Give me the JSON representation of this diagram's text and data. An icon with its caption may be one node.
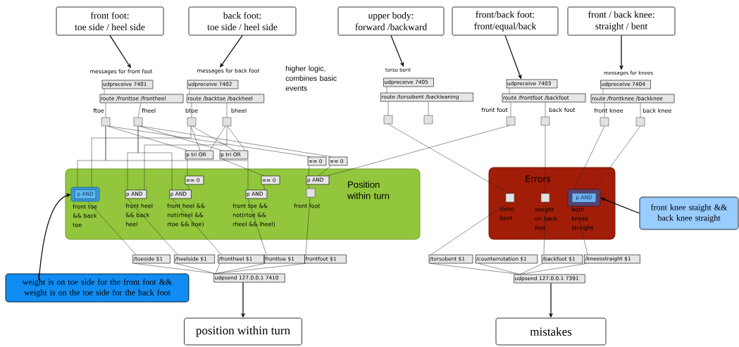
{
  "diagram": {
    "nodes": [
      {
        "text": [
          "front foot:",
          "toe side / heel side"
        ]
      },
      {
        "text": [
          "back foot:",
          "toe side / heel side"
        ]
      },
      {
        "text": [
          "upper body:",
          "forward /backward"
        ]
      },
      {
        "text": [
          "front/back foot:",
          "front/equal/back"
        ]
      },
      {
        "text": [
          "front / back knee:",
          "straight / bent"
        ]
      },
      {
        "text": [
          "messages for front foot"
        ]
      },
      {
        "text": [
          "messages for back foot"
        ]
      },
      {
        "text": [
          "torso bent"
        ]
      },
      {
        "text": [
          "messages for knees"
        ]
      },
      {
        "text": [
          "udpreceive 7401"
        ]
      },
      {
        "text": [
          "route /fronttoe /frontheel"
        ]
      },
      {
        "text": [
          "udpreceive 7402"
        ]
      },
      {
        "text": [
          "route /backtoe /backheel"
        ]
      },
      {
        "text": [
          "udpreceive 7405"
        ]
      },
      {
        "text": [
          "route /torsobent /backleaning"
        ]
      },
      {
        "text": [
          "udpreceive 7403"
        ]
      },
      {
        "text": [
          "route /frontfoot /backfoot"
        ]
      },
      {
        "text": [
          "udpreceive 7404"
        ]
      },
      {
        "text": [
          "route /frontknee /backknee"
        ]
      },
      {
        "text": [],
        "shape": "box",
        "beside": [
          "ftoe"
        ]
      },
      {
        "text": [],
        "shape": "box",
        "beside": [
          "fheel"
        ]
      },
      {
        "text": [],
        "shape": "box",
        "beside": [
          "btoe"
        ]
      },
      {
        "text": [],
        "shape": "box",
        "beside": [
          "bheel"
        ]
      },
      {
        "text": [],
        "shape": "box"
      },
      {
        "text": [],
        "shape": "box"
      },
      {
        "text": [],
        "shape": "box",
        "beside": [
          "front foot"
        ]
      },
      {
        "text": [],
        "shape": "box",
        "beside": [
          "back foot"
        ]
      },
      {
        "text": [],
        "shape": "box",
        "beside": [
          "front knee"
        ]
      },
      {
        "text": [],
        "shape": "box",
        "beside": [
          "back knee"
        ]
      },
      {
        "text": [
          "p tri OR"
        ]
      },
      {
        "text": [
          "p tri OR"
        ]
      },
      {
        "text": [
          "== 0"
        ]
      },
      {
        "text": [
          "== 0"
        ]
      },
      {
        "text": [
          "Position within turn"
        ]
      },
      {
        "text": [
          "== 0"
        ],
        "in": 33
      },
      {
        "text": [
          "== 0"
        ],
        "in": 33
      },
      {
        "text": [
          "p AND"
        ],
        "in": 33,
        "beside": [
          "front toe && back toe"
        ]
      },
      {
        "text": [
          "p AND"
        ],
        "in": 33,
        "beside": [
          "front heel && back heel"
        ]
      },
      {
        "text": [
          "p AND"
        ],
        "in": 33,
        "beside": [
          "front heel && not(rheel && rtoe && ltoe)"
        ]
      },
      {
        "text": [
          "p AND"
        ],
        "in": 33,
        "beside": [
          "front toe && not(rtoe && rheel && lheel)"
        ]
      },
      {
        "text": [
          "p AND"
        ],
        "in": 33
      },
      {
        "text": [],
        "shape": "box",
        "in": 33,
        "beside": [
          "front foot"
        ]
      },
      {
        "text": [
          "Errors"
        ]
      },
      {
        "text": [],
        "shape": "box",
        "in": 42,
        "beside": [
          "torso bent"
        ]
      },
      {
        "text": [],
        "shape": "box",
        "in": 42,
        "beside": [
          "weight on back foot"
        ]
      },
      {
        "text": [
          "p AND"
        ],
        "in": 42,
        "beside": [
          "both knees straight"
        ]
      },
      {
        "text": [
          "front knee staight && back knee straight"
        ]
      },
      {
        "text": [
          "weight is on toe side for the front foot && weight is on the toe side for the back foot"
        ]
      },
      {
        "text": [
          "/toeside $1"
        ]
      },
      {
        "text": [
          "/heelside $1"
        ]
      },
      {
        "text": [
          "/frontheel $1"
        ]
      },
      {
        "text": [
          "fronttoe $1"
        ]
      },
      {
        "text": [
          "frontfoot $1"
        ]
      },
      {
        "text": [
          "udpsend 127.0.0.1 7410"
        ]
      },
      {
        "text": [
          "position within turn"
        ]
      },
      {
        "text": [
          "/torsobent $1"
        ]
      },
      {
        "text": [
          "/counterrotation $1"
        ]
      },
      {
        "text": [
          "/backfoot $1"
        ]
      },
      {
        "text": [
          "/kneesstraight $1"
        ]
      },
      {
        "text": [
          "udpsend 127.0.0.1 7391"
        ]
      },
      {
        "text": [
          "mistakes"
        ]
      }
    ],
    "edges": [
      {
        "from": 0,
        "to": 5,
        "arrow": "to"
      },
      {
        "from": 1,
        "to": 6,
        "arrow": "to"
      },
      {
        "from": 2,
        "to": 7,
        "arrow": "to"
      },
      {
        "from": 3,
        "to": 15,
        "arrow": "to"
      },
      {
        "from": 4,
        "to": 8,
        "arrow": "to"
      },
      {
        "from": 9,
        "to": 10,
        "arrow": "none"
      },
      {
        "from": 10,
        "to": 19,
        "arrow": "none"
      },
      {
        "from": 10,
        "to": 20,
        "arrow": "none"
      },
      {
        "from": 11,
        "to": 12,
        "arrow": "none"
      },
      {
        "from": 12,
        "to": 21,
        "arrow": "none"
      },
      {
        "from": 12,
        "to": 22,
        "arrow": "none"
      },
      {
        "from": 13,
        "to": 14,
        "arrow": "none"
      },
      {
        "from": 14,
        "to": 23,
        "arrow": "none"
      },
      {
        "from": 14,
        "to": 24,
        "arrow": "none"
      },
      {
        "from": 15,
        "to": 16,
        "arrow": "none"
      },
      {
        "from": 16,
        "to": 25,
        "arrow": "none"
      },
      {
        "from": 16,
        "to": 26,
        "arrow": "none"
      },
      {
        "from": 17,
        "to": 18,
        "arrow": "none"
      },
      {
        "from": 18,
        "to": 27,
        "arrow": "none"
      },
      {
        "from": 18,
        "to": 28,
        "arrow": "none"
      },
      {
        "from": 19,
        "to": 36,
        "arrow": "none"
      },
      {
        "from": 19,
        "to": 39,
        "arrow": "none"
      },
      {
        "from": 19,
        "to": 29,
        "arrow": "none"
      },
      {
        "from": 19,
        "to": 31,
        "arrow": "none"
      },
      {
        "from": 20,
        "to": 30,
        "arrow": "none"
      },
      {
        "from": 20,
        "to": 32,
        "arrow": "none"
      },
      {
        "from": 20,
        "to": 37,
        "arrow": "none"
      },
      {
        "from": 20,
        "to": 38,
        "arrow": "none"
      },
      {
        "from": 21,
        "to": 29,
        "arrow": "none"
      },
      {
        "from": 21,
        "to": 30,
        "arrow": "none"
      },
      {
        "from": 21,
        "to": 36,
        "arrow": "none"
      },
      {
        "from": 22,
        "to": 29,
        "arrow": "none"
      },
      {
        "from": 22,
        "to": 30,
        "arrow": "none"
      },
      {
        "from": 22,
        "to": 37,
        "arrow": "none"
      },
      {
        "from": 29,
        "to": 34,
        "arrow": "none"
      },
      {
        "from": 30,
        "to": 35,
        "arrow": "none"
      },
      {
        "from": 34,
        "to": 38,
        "arrow": "none"
      },
      {
        "from": 35,
        "to": 39,
        "arrow": "none"
      },
      {
        "from": 31,
        "to": 40,
        "arrow": "none"
      },
      {
        "from": 32,
        "to": 40,
        "arrow": "none"
      },
      {
        "from": 25,
        "to": 40,
        "arrow": "none"
      },
      {
        "from": 40,
        "to": 41,
        "arrow": "none"
      },
      {
        "from": 36,
        "to": 48,
        "arrow": "none"
      },
      {
        "from": 37,
        "to": 49,
        "arrow": "none"
      },
      {
        "from": 38,
        "to": 50,
        "arrow": "none"
      },
      {
        "from": 39,
        "to": 51,
        "arrow": "none"
      },
      {
        "from": 41,
        "to": 52,
        "arrow": "none"
      },
      {
        "from": 48,
        "to": 53,
        "arrow": "none"
      },
      {
        "from": 49,
        "to": 53,
        "arrow": "none"
      },
      {
        "from": 50,
        "to": 53,
        "arrow": "none"
      },
      {
        "from": 51,
        "to": 53,
        "arrow": "none"
      },
      {
        "from": 52,
        "to": 53,
        "arrow": "none"
      },
      {
        "from": 53,
        "to": 54,
        "arrow": "to"
      },
      {
        "from": 23,
        "to": 43,
        "arrow": "none"
      },
      {
        "from": 26,
        "to": 44,
        "arrow": "none"
      },
      {
        "from": 27,
        "to": 45,
        "arrow": "none"
      },
      {
        "from": 28,
        "to": 45,
        "arrow": "none"
      },
      {
        "from": 43,
        "to": 55,
        "arrow": "none"
      },
      {
        "from": 44,
        "to": 57,
        "arrow": "none"
      },
      {
        "from": 45,
        "to": 58,
        "arrow": "none"
      },
      {
        "from": 55,
        "to": 59,
        "arrow": "none"
      },
      {
        "from": 56,
        "to": 59,
        "arrow": "none"
      },
      {
        "from": 57,
        "to": 59,
        "arrow": "none"
      },
      {
        "from": 58,
        "to": 59,
        "arrow": "none"
      },
      {
        "from": 59,
        "to": 60,
        "arrow": "to"
      },
      {
        "from": 46,
        "to": 45,
        "arrow": "to"
      },
      {
        "from": 47,
        "to": 36,
        "arrow": "to"
      }
    ],
    "labels": [
      "higher logic, combines basic events"
    ]
  }
}
